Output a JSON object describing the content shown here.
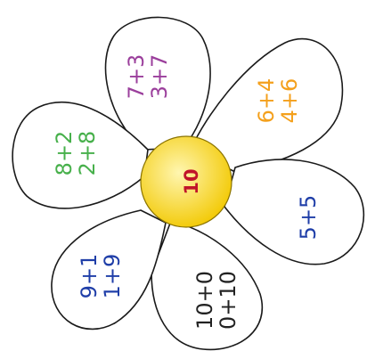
{
  "center": {
    "label": "10",
    "color": "#c0142a",
    "fill_light": "#fff6b0",
    "fill_dark": "#f2c800"
  },
  "petals": [
    {
      "line1": "7+3",
      "line2": "3+7",
      "color": "#9b3f9c"
    },
    {
      "line1": "6+4",
      "line2": "4+6",
      "color": "#f4a01c"
    },
    {
      "line1": "5+5",
      "line2": "",
      "color": "#1f3ea8"
    },
    {
      "line1": "10+0",
      "line2": "0+10",
      "color": "#222222"
    },
    {
      "line1": "9+1",
      "line2": "1+9",
      "color": "#1f3ea8"
    },
    {
      "line1": "8+2",
      "line2": "2+8",
      "color": "#47b04b"
    }
  ]
}
